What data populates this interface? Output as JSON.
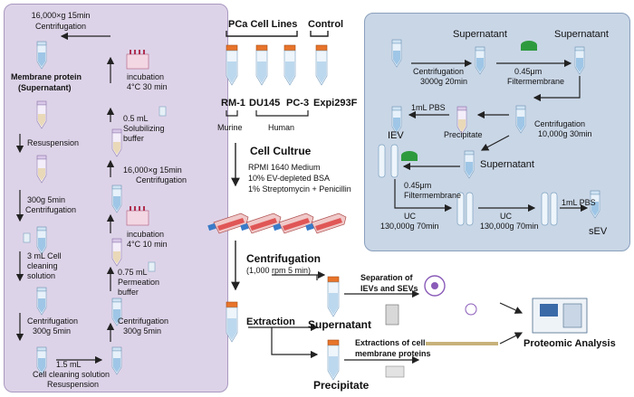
{
  "left_panel": {
    "top_centrifugation": {
      "speed": "16,000×g 15min",
      "label": "Centrifugation"
    },
    "membrane_protein": "Membrane protein",
    "supernatant": "(Supernatant)",
    "incubation1": {
      "label": "incubation",
      "detail": "4°C 30 min"
    },
    "solubilizing": {
      "volume": "0.5 mL",
      "line1": "Solubilizing",
      "line2": "buffer"
    },
    "resuspension": "Resuspension",
    "centrifugation2": {
      "speed": "16,000×g  15min",
      "label": "Centrifugation"
    },
    "centrifugation3": {
      "speed": "300g  5min",
      "label": "Centrifugation"
    },
    "incubation2": {
      "label": "incubation",
      "detail": "4°C 10 min"
    },
    "cell_cleaning1": {
      "volume": "3 mL Cell",
      "line2": "cleaning",
      "line3": "solution"
    },
    "permeation": {
      "volume": "0.75 mL",
      "line2": "Permeation",
      "line3": "buffer"
    },
    "centrifugation4": {
      "label": "Centrifugation",
      "detail": "300g  5min"
    },
    "centrifugation5": {
      "label": "Centrifugation",
      "detail": "300g  5min"
    },
    "cell_cleaning2": {
      "volume": "1.5 mL",
      "line2": "Cell cleaning solution",
      "line3": "Resuspension"
    }
  },
  "middle": {
    "pca_title": "PCa Cell Lines",
    "control_title": "Control",
    "lines": [
      "RM-1",
      "DU145",
      "PC-3",
      "Expi293F"
    ],
    "murine": "Murine",
    "human": "Human",
    "culture_title": "Cell Cultrue",
    "culture_items": [
      "RPMI 1640 Medium",
      "10% EV-depleted BSA",
      "1% Streptomycin + Penicillin"
    ],
    "centrifugation_title": "Centrifugation",
    "centrifugation_detail": "(1,000 rpm  5 min)",
    "extraction": "Extraction",
    "supernatant": "Supernatant",
    "precipitate": "Precipitate",
    "separation": [
      "Separation of",
      "IEVs and SEVs"
    ],
    "extractions": [
      "Extractions of cell",
      "membrane proteins"
    ],
    "proteomic": "Proteomic Analysis"
  },
  "right_panel": {
    "supernatant1": "Supernatant",
    "supernatant2": "Supernatant",
    "centrifugation1": {
      "label": "Centrifugation",
      "detail": "3000g  20min"
    },
    "filter1": {
      "label": "0.45μm",
      "detail": "Filtermembrane"
    },
    "pbs1": "1mL PBS",
    "iev": "IEV",
    "precipitate": "Precipitate",
    "centrifugation2": {
      "label": "Centrifugation",
      "detail": "10,000g  30min"
    },
    "supernatant3": "Supernatant",
    "filter2": {
      "label": "0.45μm",
      "detail": "Filtermembrane"
    },
    "uc1": {
      "label": "UC",
      "detail": "130,000g 70min"
    },
    "uc2": {
      "label": "UC",
      "detail": "130,000g 70min"
    },
    "pbs2": "1mL PBS",
    "sev": "sEV"
  },
  "colors": {
    "left_panel": "#ddd3e8",
    "right_panel": "#c9d6e6",
    "tube_cap": "#e8742a",
    "filter_green": "#2e9a3e",
    "flask_red": "#d9534f"
  }
}
